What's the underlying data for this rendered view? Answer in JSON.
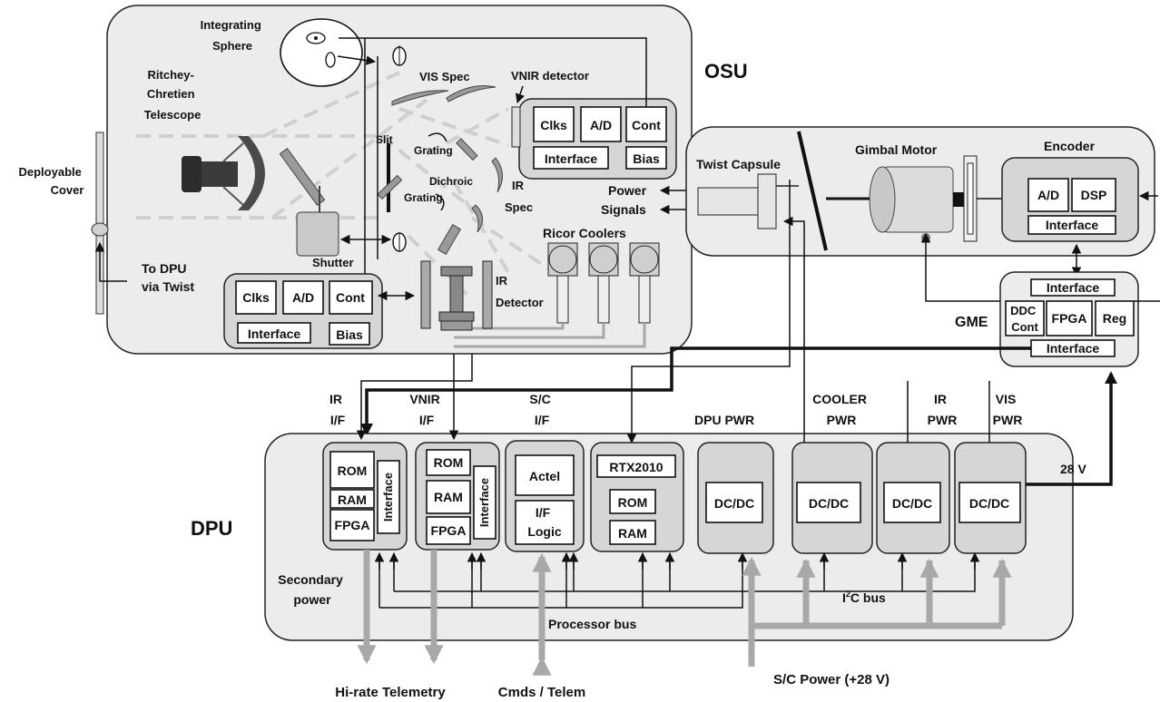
{
  "osu": {
    "title": "OSU",
    "integrating_sphere": [
      "Integrating",
      "Sphere"
    ],
    "telescope": [
      "Ritchey-",
      "Chretien",
      "Telescope"
    ],
    "deployable_cover": [
      "Deployable",
      "Cover"
    ],
    "to_dpu": [
      "To DPU",
      "via Twist"
    ],
    "shutter": "Shutter",
    "vis_spec": "VIS Spec",
    "vnir_detector": "VNIR detector",
    "slit": "Slit",
    "grating_upper": "Grating",
    "grating_lower": "Grating",
    "dichroic": "Dichroic",
    "ir_spec": [
      "IR",
      "Spec"
    ],
    "ricor_coolers": "Ricor Coolers",
    "ir_detector": [
      "IR",
      "Detector"
    ],
    "power": "Power",
    "signals": "Signals",
    "vnir_electronics": {
      "clks": "Clks",
      "ad": "A/D",
      "cont": "Cont",
      "interface": "Interface",
      "bias": "Bias"
    },
    "ir_electronics": {
      "clks": "Clks",
      "ad": "A/D",
      "cont": "Cont",
      "interface": "Interface",
      "bias": "Bias"
    }
  },
  "gimbal": {
    "twist_capsule": "Twist Capsule",
    "gimbal_motor": "Gimbal Motor",
    "encoder": "Encoder",
    "encoder_ad": "A/D",
    "encoder_dsp": "DSP",
    "encoder_interface": "Interface"
  },
  "gme": {
    "label": "GME",
    "interface_top": "Interface",
    "ddc_cont": [
      "DDC",
      "Cont"
    ],
    "fpga": "FPGA",
    "reg": "Reg",
    "interface_bottom": "Interface"
  },
  "dpu": {
    "title": "DPU",
    "ir_if": [
      "IR",
      "I/F"
    ],
    "vnir_if": [
      "VNIR",
      "I/F"
    ],
    "sc_if": [
      "S/C",
      "I/F"
    ],
    "dpu_pwr": "DPU PWR",
    "cooler_pwr": [
      "COOLER",
      "PWR"
    ],
    "ir_pwr": [
      "IR",
      "PWR"
    ],
    "vis_pwr": [
      "VIS",
      "PWR"
    ],
    "ir_card": {
      "rom": "ROM",
      "ram": "RAM",
      "fpga": "FPGA",
      "interface": "Interface"
    },
    "vnir_card": {
      "rom": "ROM",
      "ram": "RAM",
      "fpga": "FPGA",
      "interface": "Interface"
    },
    "sc_card": {
      "actel": "Actel",
      "if_logic": [
        "I/F",
        "Logic"
      ]
    },
    "proc_card": {
      "rtx": "RTX2010",
      "rom": "ROM",
      "ram": "RAM"
    },
    "dcdc": "DC/DC",
    "secondary_power": [
      "Secondary",
      "power"
    ],
    "processor_bus": "Processor bus",
    "i2c_bus": {
      "prefix": "I",
      "sup": "2",
      "suffix": "C bus"
    },
    "v28": "28 V"
  },
  "bottom": {
    "hi_rate": "Hi-rate Telemetry",
    "cmds": "Cmds / Telem",
    "sc_power": "S/C Power (+28 V)"
  }
}
